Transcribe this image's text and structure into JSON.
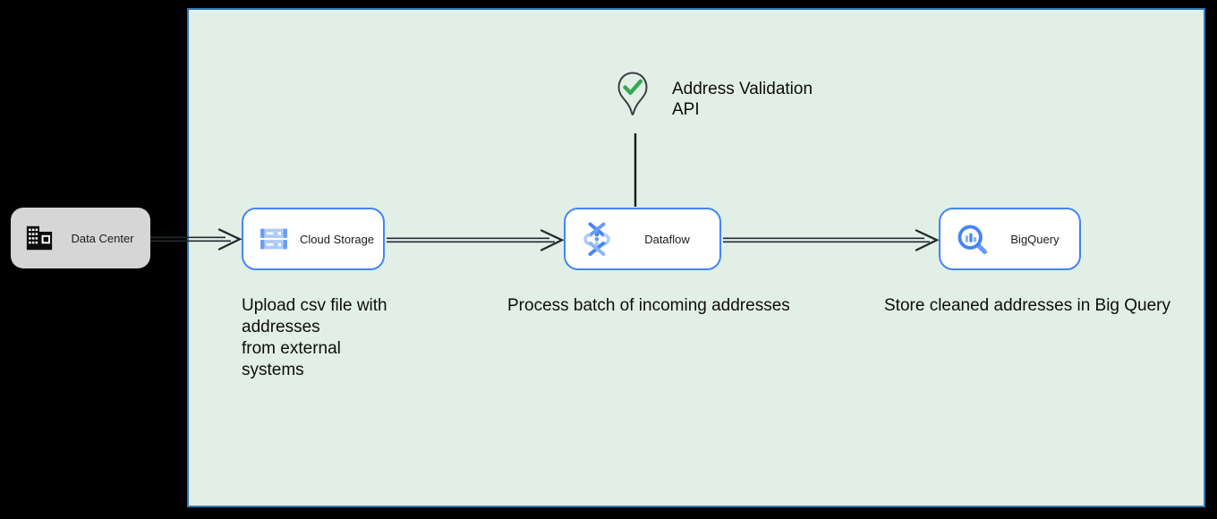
{
  "colors": {
    "canvas_bg": "#000000",
    "zone_fill": "#e2efe7",
    "zone_border": "#3478b8",
    "node_fill": "#ffffff",
    "node_border": "#4285f4",
    "data_center_fill": "#d6d6d6",
    "arrow": "#242b30",
    "icon_blue": "#4285f4",
    "icon_blue_mid": "#669df6",
    "icon_blue_light": "#8ab4f8",
    "icon_blue_lighter": "#aecbfa",
    "pin_outline": "#3c4043",
    "check_green": "#34a853"
  },
  "nodes": {
    "data_center": {
      "label": "Data Center",
      "icon": "building-icon"
    },
    "cloud_storage": {
      "label": "Cloud Storage",
      "icon": "cloud-storage-icon"
    },
    "dataflow": {
      "label": "Dataflow",
      "icon": "dataflow-icon"
    },
    "bigquery": {
      "label": "BigQuery",
      "icon": "bigquery-icon"
    },
    "address_validation_api": {
      "label": "Address Validation\nAPI",
      "icon": "location-pin-check-icon"
    }
  },
  "captions": {
    "upload": "Upload csv file with\naddresses\nfrom external\nsystems",
    "process": "Process batch of incoming addresses",
    "store": "Store cleaned addresses in Big Query"
  }
}
